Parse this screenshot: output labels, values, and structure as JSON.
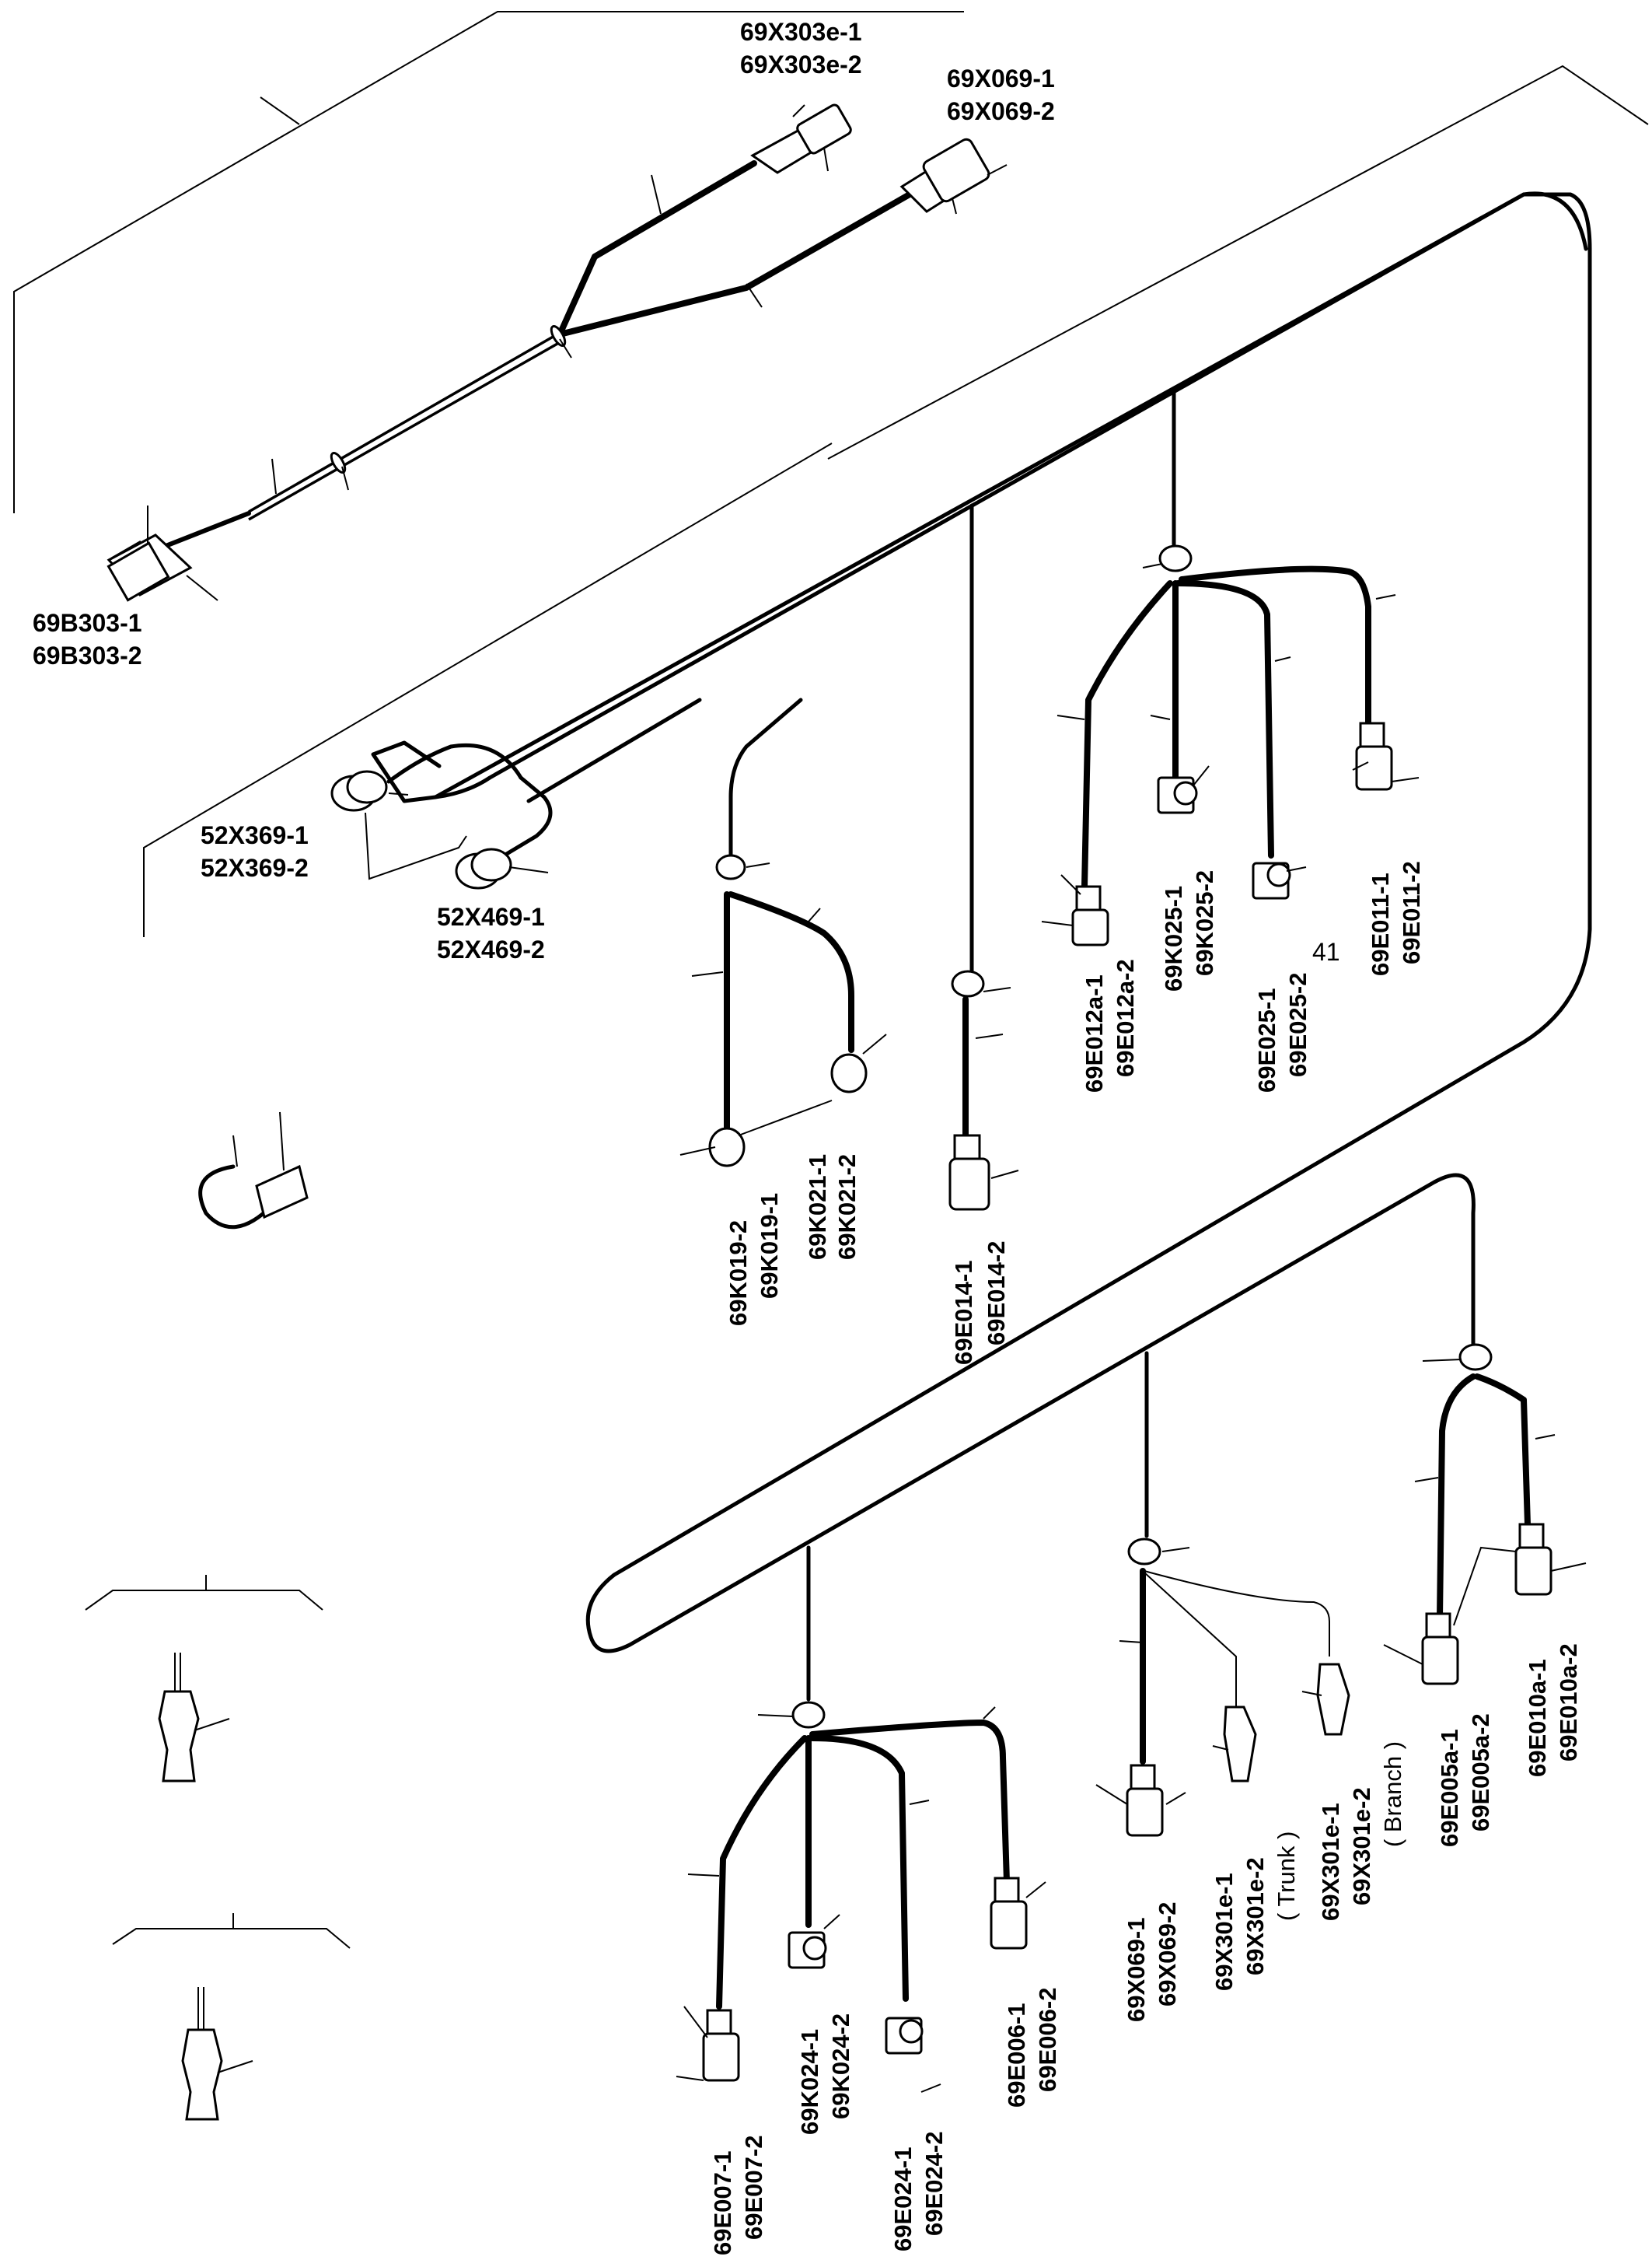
{
  "labels": {
    "x303": [
      "69X303e-1",
      "69X303e-2"
    ],
    "x069_top": [
      "69X069-1",
      "69X069-2"
    ],
    "b303": [
      "69B303-1",
      "69B303-2"
    ],
    "x369": [
      "52X369-1",
      "52X369-2"
    ],
    "x469": [
      "52X469-1",
      "52X469-2"
    ],
    "k019_k021": [
      "69K019-2",
      "69K019-1",
      "69K021-1",
      "69K021-2"
    ],
    "e014": [
      "69E014-1",
      "69E014-2"
    ],
    "e012a": [
      "69E012a-1",
      "69E012a-2"
    ],
    "k025": [
      "69K025-1",
      "69K025-2"
    ],
    "e025": [
      "69E025-1",
      "69E025-2"
    ],
    "num41": "41",
    "e011": [
      "69E011-1",
      "69E011-2"
    ],
    "e007": [
      "69E007-1",
      "69E007-2"
    ],
    "k024": [
      "69K024-1",
      "69K024-2"
    ],
    "e024": [
      "69E024-1",
      "69E024-2"
    ],
    "e006": [
      "69E006-1",
      "69E006-2"
    ],
    "x069_bottom": [
      "69X069-1",
      "69X069-2"
    ],
    "x301_trunk": [
      "69X301e-1",
      "69X301e-2",
      "( Trunk )"
    ],
    "x301_branch": [
      "69X301e-1",
      "69X301e-2",
      "( Branch )"
    ],
    "e005a": [
      "69E005a-1",
      "69E005a-2"
    ],
    "e010a": [
      "69E010a-1",
      "69E010a-2"
    ]
  }
}
